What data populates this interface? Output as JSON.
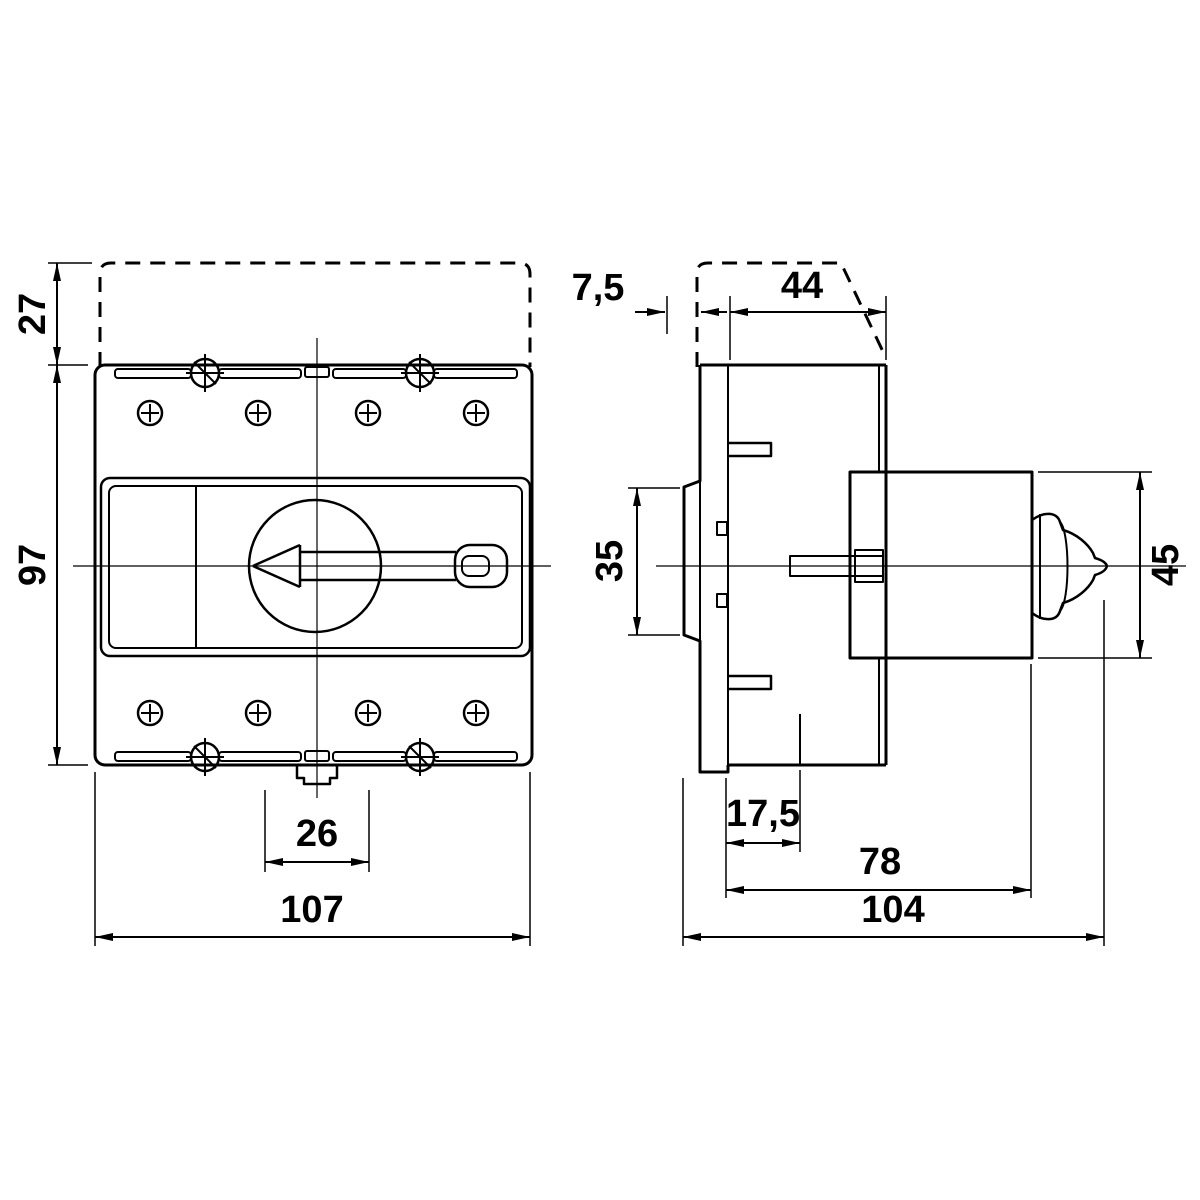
{
  "drawing": {
    "type": "technical-dimension-drawing",
    "background": "#ffffff",
    "line_color": "#000000",
    "views": {
      "front": "front-view",
      "side": "side-view"
    },
    "dimensions": {
      "front": {
        "top_height": "27",
        "body_height": "97",
        "pole_pitch": "26",
        "overall_width": "107"
      },
      "side": {
        "handle_protrusion": "7,5",
        "upper_depth": "44",
        "din_rail": "35",
        "handle_block_height": "45",
        "base_depth": "17,5",
        "mounting_depth": "78",
        "overall_depth": "104"
      }
    }
  }
}
